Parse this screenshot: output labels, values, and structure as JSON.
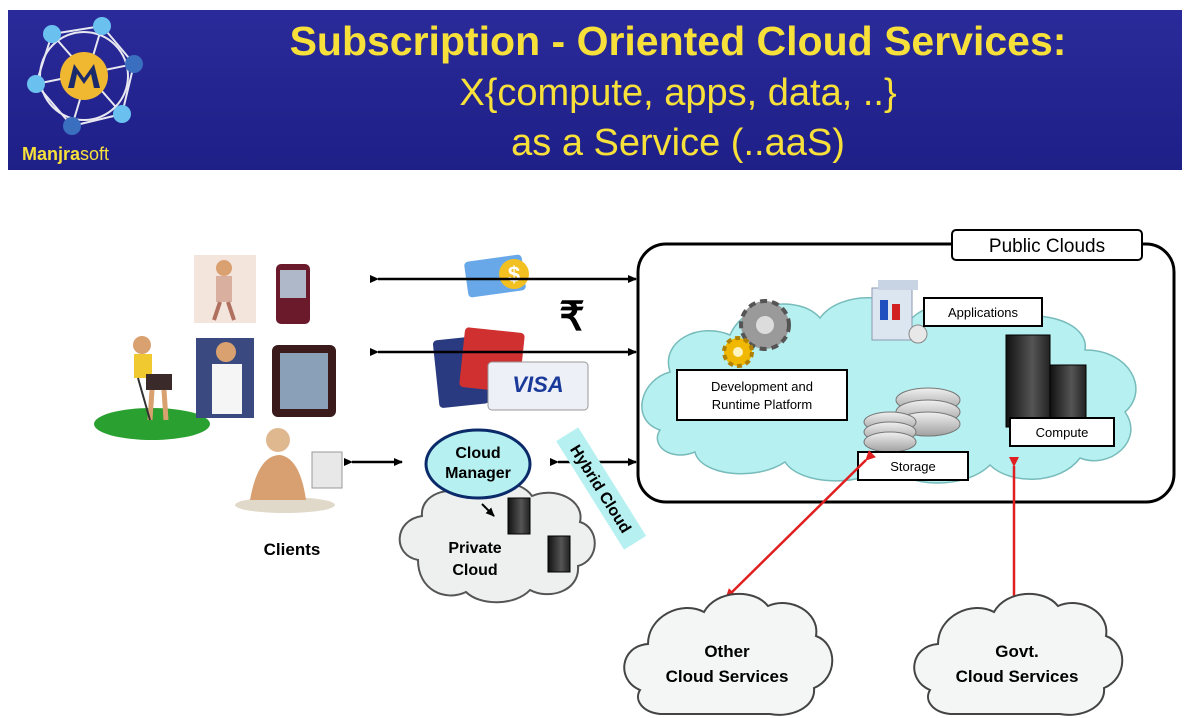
{
  "header": {
    "brand_bold": "Manjra",
    "brand_soft": "soft",
    "title_line1": "Subscription - Oriented Cloud Services:",
    "title_line2": "X{compute, apps, data, ..}",
    "title_line3": "as a Service (..aaS)"
  },
  "diagram": {
    "public_clouds_label": "Public Clouds",
    "applications_label": "Applications",
    "dev_platform_line1": "Development and",
    "dev_platform_line2": "Runtime Platform",
    "compute_label": "Compute",
    "storage_label": "Storage",
    "cloud_manager_line1": "Cloud",
    "cloud_manager_line2": "Manager",
    "private_cloud_line1": "Private",
    "private_cloud_line2": "Cloud",
    "hybrid_cloud_label": "Hybrid Cloud",
    "clients_label": "Clients",
    "rupee_symbol": "₹",
    "visa_label": "VISA",
    "dollar_symbol": "$",
    "other_services_line1": "Other",
    "other_services_line2": "Cloud Services",
    "govt_services_line1": "Govt.",
    "govt_services_line2": "Cloud Services"
  },
  "colors": {
    "banner": "#1f1f88",
    "title_yellow": "#f7e03a",
    "cloud_cyan": "#b6f0f0",
    "arrow_red": "#e02020"
  }
}
